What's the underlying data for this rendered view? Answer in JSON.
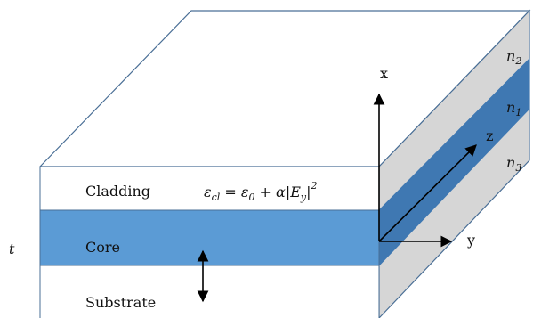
{
  "labels": {
    "cladding": "Cladding",
    "core": "Core",
    "substrate": "Substrate",
    "thickness": "t",
    "axis_x": "x",
    "axis_y": "y",
    "axis_z": "z"
  },
  "equation": {
    "lhs": "ε",
    "lhs_sub": "cl",
    "eq": " = ",
    "term1": "ε",
    "term1_sub": "0",
    "plus": " + ",
    "alpha": "α",
    "abs_open": "|",
    "field": "E",
    "field_sub": "y",
    "abs_close": "|",
    "power": "2"
  },
  "indices": {
    "n2": {
      "base": "n",
      "sub": "2"
    },
    "n1": {
      "base": "n",
      "sub": "1"
    },
    "n3": {
      "base": "n",
      "sub": "3"
    }
  },
  "colors": {
    "core_blue": "#5b9bd5",
    "core_dark": "#3f78b2",
    "side_grey": "#d6d6d6",
    "outline": "#4a6f96"
  }
}
